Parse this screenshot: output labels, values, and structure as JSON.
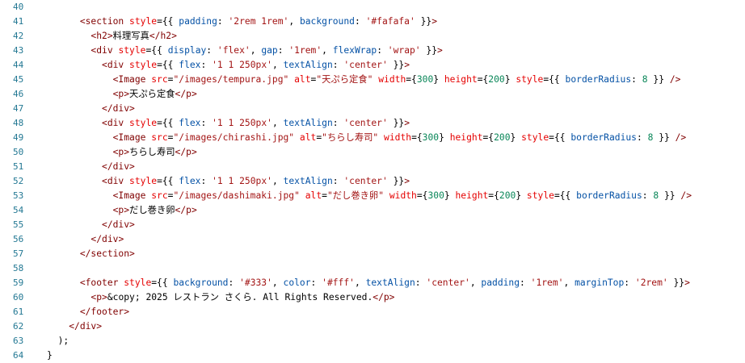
{
  "editor": {
    "lines": [
      {
        "number": "40",
        "code": ""
      },
      {
        "number": "41",
        "code": "      <section style={{ padding: '2rem 1rem', background: '#fafafa' }}>"
      },
      {
        "number": "42",
        "code": "        <h2>料理写真</h2>"
      },
      {
        "number": "43",
        "code": "        <div style={{ display: 'flex', gap: '1rem', flexWrap: 'wrap' }}>"
      },
      {
        "number": "44",
        "code": "          <div style={{ flex: '1 1 250px', textAlign: 'center' }}>"
      },
      {
        "number": "45",
        "code": "            <Image src=\"/images/tempura.jpg\" alt=\"天ぷら定食\" width={300} height={200} style={{ borderRadius: 8 }} />"
      },
      {
        "number": "46",
        "code": "            <p>天ぷら定食</p>"
      },
      {
        "number": "47",
        "code": "          </div>"
      },
      {
        "number": "48",
        "code": "          <div style={{ flex: '1 1 250px', textAlign: 'center' }}>"
      },
      {
        "number": "49",
        "code": "            <Image src=\"/images/chirashi.jpg\" alt=\"ちらし寿司\" width={300} height={200} style={{ borderRadius: 8 }} />"
      },
      {
        "number": "50",
        "code": "            <p>ちらし寿司</p>"
      },
      {
        "number": "51",
        "code": "          </div>"
      },
      {
        "number": "52",
        "code": "          <div style={{ flex: '1 1 250px', textAlign: 'center' }}>"
      },
      {
        "number": "53",
        "code": "            <Image src=\"/images/dashimaki.jpg\" alt=\"だし巻き卵\" width={300} height={200} style={{ borderRadius: 8 }} />"
      },
      {
        "number": "54",
        "code": "            <p>だし巻き卵</p>"
      },
      {
        "number": "55",
        "code": "          </div>"
      },
      {
        "number": "56",
        "code": "        </div>"
      },
      {
        "number": "57",
        "code": "      </section>"
      },
      {
        "number": "58",
        "code": ""
      },
      {
        "number": "59",
        "code": "      <footer style={{ background: '#333', color: '#fff', textAlign: 'center', padding: '1rem', marginTop: '2rem' }}>"
      },
      {
        "number": "60",
        "code": "        <p>&copy; 2025 レストラン さくら. All Rights Reserved.</p>"
      },
      {
        "number": "61",
        "code": "      </footer>"
      },
      {
        "number": "62",
        "code": "    </div>"
      },
      {
        "number": "63",
        "code": "  );"
      },
      {
        "number": "64",
        "code": "}"
      }
    ],
    "colors": {
      "background": "#ffffff",
      "line_number": "#237893",
      "tag": "#800000",
      "attribute": "#e50000",
      "string": "#a31515",
      "number": "#098658",
      "property": "#0451a5"
    }
  }
}
